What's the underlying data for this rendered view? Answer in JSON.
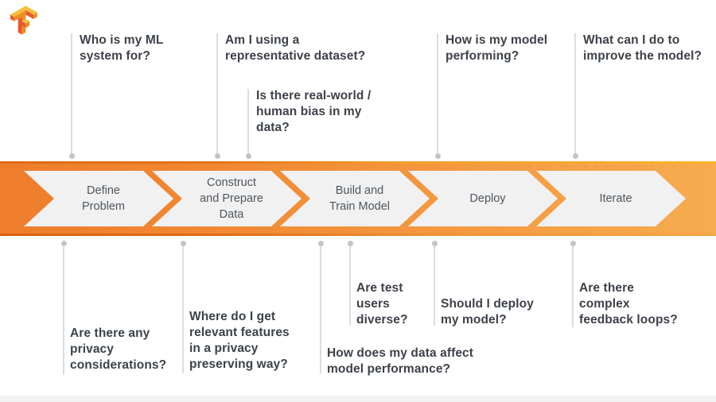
{
  "logo": {
    "name": "tensorflow-logo"
  },
  "colors": {
    "banner_left": "#EE7D2C",
    "banner_right": "#F7AC50",
    "chevron_fill": "#F1F1F2",
    "chevron_text": "#4E565E",
    "question_text": "#3C4249",
    "connector": "#DBDDDF",
    "dot": "#C2C5C8"
  },
  "stages": [
    {
      "label": "Define\nProblem"
    },
    {
      "label": "Construct\nand Prepare\nData"
    },
    {
      "label": "Build and\nTrain Model"
    },
    {
      "label": "Deploy"
    },
    {
      "label": "Iterate"
    }
  ],
  "questions_top": [
    {
      "text": "Who is my ML\nsystem for?"
    },
    {
      "text": "Am I using a\nrepresentative dataset?"
    },
    {
      "text": "Is there real-world /\nhuman bias in my\ndata?"
    },
    {
      "text": "How is my model\nperforming?"
    },
    {
      "text": "What can I do to\nimprove the model?"
    }
  ],
  "questions_bottom": [
    {
      "text": "Are there any\nprivacy\nconsiderations?"
    },
    {
      "text": "Where do I get\nrelevant features\nin a privacy\npreserving way?"
    },
    {
      "text": "How does my data affect\nmodel performance?"
    },
    {
      "text": "Are test\nusers\ndiverse?"
    },
    {
      "text": "Should I deploy\nmy model?"
    },
    {
      "text": "Are there\ncomplex\nfeedback loops?"
    }
  ]
}
